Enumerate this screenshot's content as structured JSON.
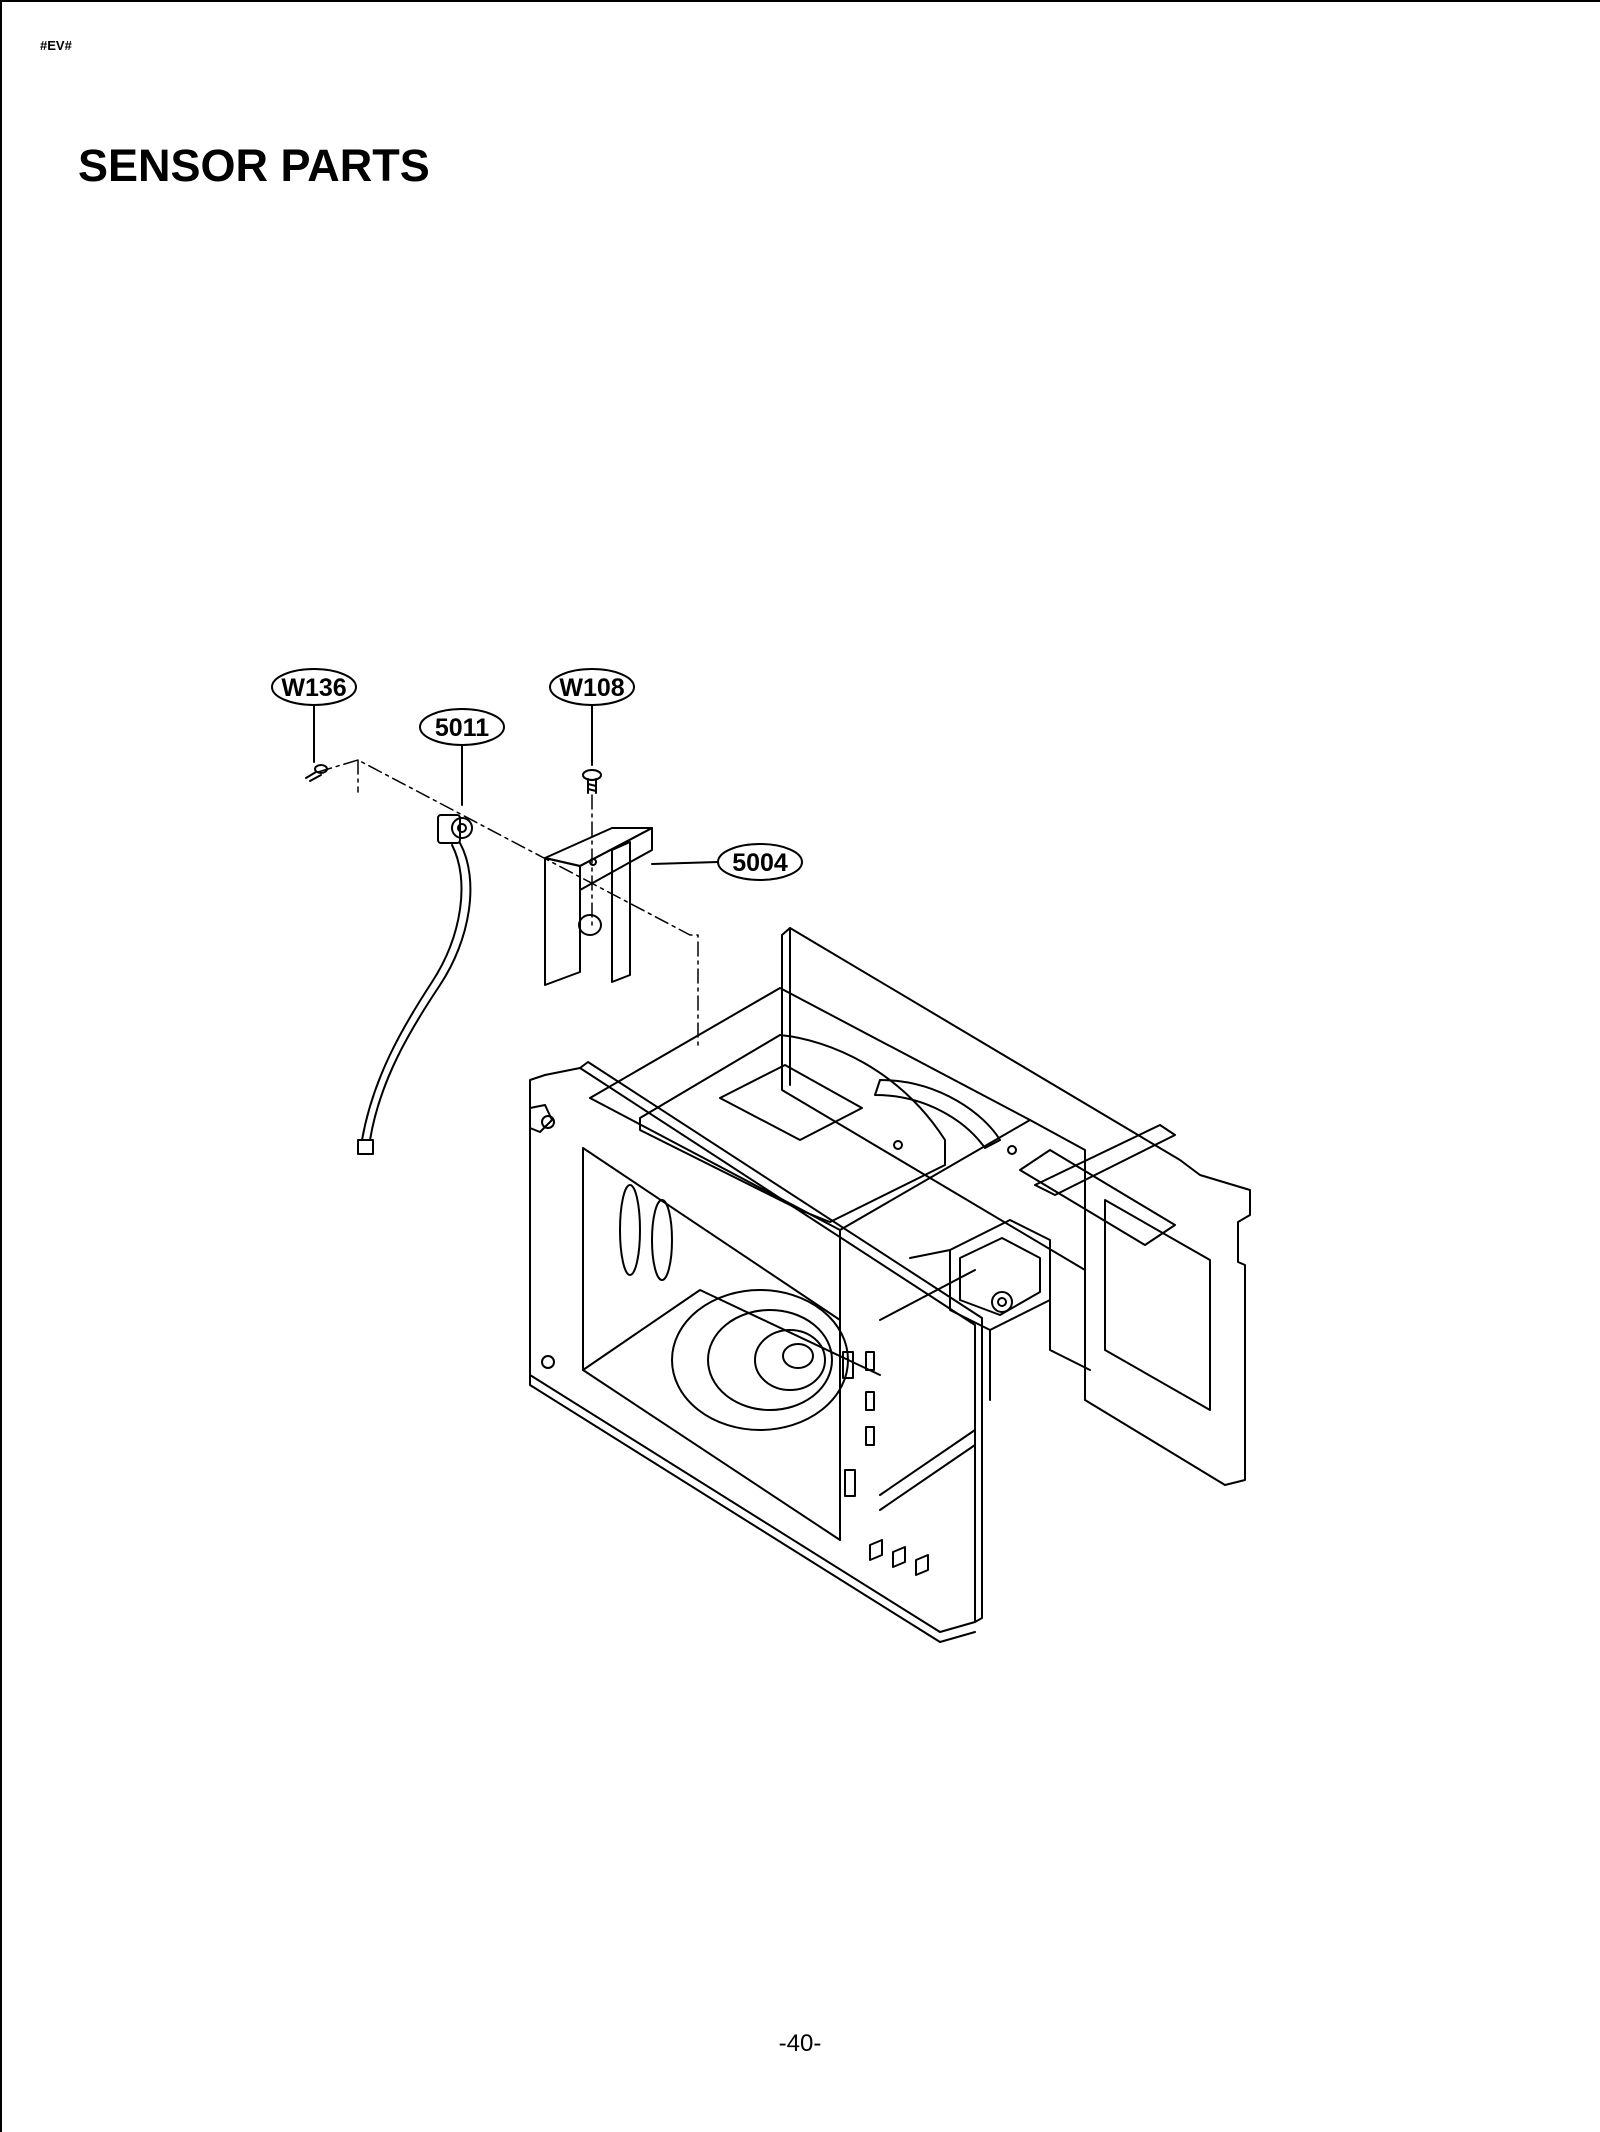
{
  "header": {
    "doc_code": "#EV#"
  },
  "title": "SENSOR PARTS",
  "callouts": [
    {
      "id": "w136",
      "label": "W136"
    },
    {
      "id": "5011",
      "label": "5011"
    },
    {
      "id": "w108",
      "label": "W108"
    },
    {
      "id": "5004",
      "label": "5004"
    }
  ],
  "footer": {
    "page_number": "-40-"
  }
}
